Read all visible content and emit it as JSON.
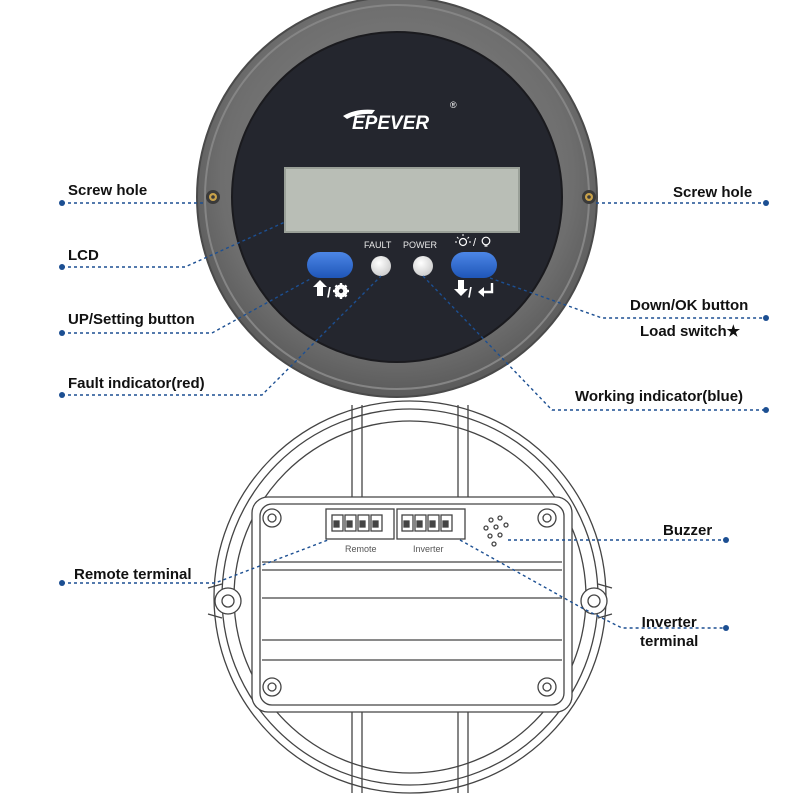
{
  "device": {
    "brand": "EPEVER",
    "registered_mark": "®",
    "fault_text": "FAULT",
    "power_text": "POWER",
    "terminal_remote_text": "Remote",
    "terminal_inverter_text": "Inverter"
  },
  "callouts": {
    "screw_hole_left": "Screw hole",
    "screw_hole_right": "Screw hole",
    "lcd": "LCD",
    "up_setting_button": "UP/Setting button",
    "down_ok_button": "Down/OK button",
    "load_switch": "Load switch★",
    "fault_indicator": "Fault indicator(red)",
    "working_indicator": "Working indicator(blue)",
    "buzzer": "Buzzer",
    "remote_terminal": "Remote terminal",
    "inverter_terminal_line1": "Inverter",
    "inverter_terminal_line2": "terminal"
  },
  "colors": {
    "bezel_outer": "#6b6b6b",
    "bezel_inner": "#7a7a7a",
    "face": "#24262e",
    "lcd": "#b9beb6",
    "button_blue": "#2a64c8",
    "leader_blue": "#1c4f92",
    "line_gray": "#444444"
  }
}
